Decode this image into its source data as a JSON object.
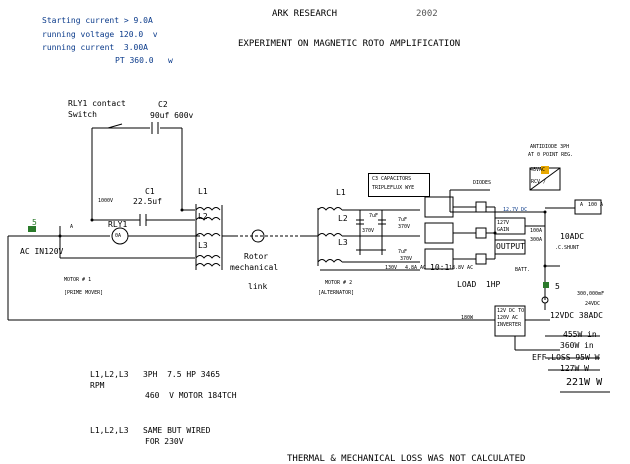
{
  "header": {
    "company": "ARK RESEARCH",
    "year": "2002",
    "title": "EXPERIMENT ON MAGNETIC ROTO AMPLIFICATION"
  },
  "specs": [
    {
      "label": "Starting current",
      "value": "> 9.0A"
    },
    {
      "label": "running voltage",
      "value": "120.0  v"
    },
    {
      "label": "running current",
      "value": "3.00A"
    },
    {
      "label": "PT",
      "value": "360.0   w"
    }
  ],
  "switch": {
    "line1": "RLY1 contact",
    "line2": "Switch"
  },
  "capacitors": {
    "c2_name": "C2",
    "c2_value": "90uf 600v",
    "c1_name": "C1",
    "c1_value": "22.5uf",
    "c1_voltage": "1000V"
  },
  "coils": {
    "l1": "L1",
    "l2": "L2",
    "l3": "L3"
  },
  "relay": {
    "name": "RLY1",
    "ammeter": "0A"
  },
  "source": {
    "label": "AC IN120V",
    "fuse": "5",
    "node": "A"
  },
  "motor1": {
    "name": "MOTOR # 1",
    "role": "[PRIME MOVER]"
  },
  "link": {
    "line1": "Rotor",
    "line2": "mechanical",
    "line3": "link"
  },
  "motor2": {
    "name": "MOTOR # 2",
    "role": "[ALTERNATOR]",
    "l1": "L1",
    "l2": "L2",
    "l3": "L3",
    "cap_a": "7uF",
    "cap_a_v": "370V",
    "cap_b": "7uF",
    "cap_b_v": "370V",
    "cap_c": "7uF",
    "cap_c_v": "370V"
  },
  "capbank": {
    "line1": "C3 CAPACITORS",
    "line2": "TRIPLEFLUX WYE"
  },
  "rectifier": {
    "label": "DIODES"
  },
  "dcbus": {
    "label": "12.7V DC"
  },
  "bottom_ratings": {
    "v": "130V",
    "a": "4.8A AC",
    "ratio": "10:1",
    "v2": "18.8V AC"
  },
  "load": {
    "label": "LOAD  1HP"
  },
  "output": {
    "label": "OUTPUT",
    "gain_line1": "127V",
    "gain_line2": "GAIN",
    "meter": "10ADC",
    "battery": "BATT.",
    "shunt": ".C.SHUNT",
    "current": "100A",
    "voltage": "300A"
  },
  "antidiode": {
    "line1": "ANTIDIODE 3PH",
    "line2": "AT 0 POINT REG.",
    "rcv": "RCV /",
    "volt": "48VAC"
  },
  "meter_top": {
    "label": "100 A",
    "sub": "A"
  },
  "inverter": {
    "line1": "12V DC TO",
    "line2": "120V AC",
    "line3": "INVERTER",
    "feed": "180W"
  },
  "readings": {
    "dc": "12VDC 38ADC",
    "node": "300,000mF",
    "node_sub": "24VDC",
    "fuse": "5",
    "in_w": "455W",
    "in_label": "in",
    "out_w": "360W",
    "out_label": "in",
    "eff_label": "EFF.LOSS",
    "eff_value": "95W",
    "eff_unit": "W",
    "net_w": "127W",
    "net_unit": "W",
    "total": "221W",
    "total_unit": "W"
  },
  "notes": [
    {
      "label": "L1,L2,L3",
      "text": "3PH  7.5 HP 3465"
    },
    {
      "label": "RPM",
      "text": ""
    },
    {
      "label": "",
      "text": "460  V MOTOR 184TCH"
    },
    {
      "label": "L1,L2,L3",
      "text": "SAME BUT WIRED"
    },
    {
      "label": "",
      "text": "FOR 230V"
    }
  ],
  "footer": "THERMAL & MECHANICAL LOSS WAS NOT CALCULATED"
}
